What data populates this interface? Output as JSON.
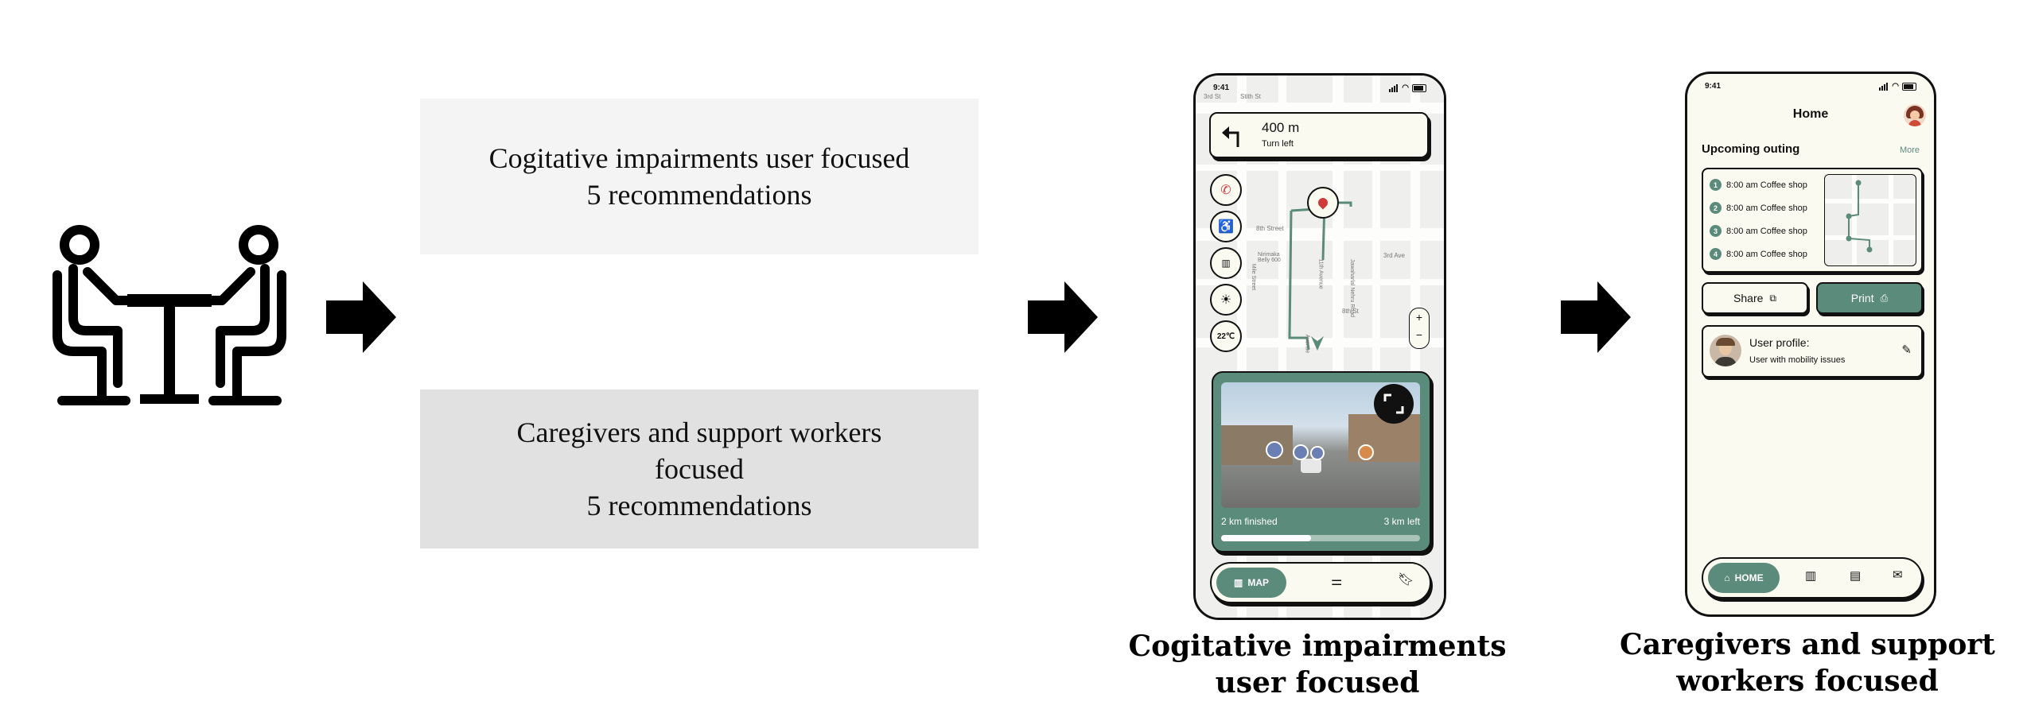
{
  "recommendations": [
    {
      "lines": [
        "Cogitative impairments user focused",
        "5 recommendations"
      ]
    },
    {
      "lines": [
        "Caregivers and support workers",
        "focused",
        "5 recommendations"
      ]
    }
  ],
  "captions": {
    "left": [
      "Cogitative impairments",
      "user focused"
    ],
    "right": [
      "Caregivers and support",
      "workers focused"
    ]
  },
  "map_phone": {
    "time": "9:41",
    "street_labels": [
      "3rd St",
      "Stith St",
      "8th Street",
      "Nirimaka Belly 600",
      "Mile Street",
      "11th Avenue",
      "Jawaharlal Nehru Road",
      "3rd Ave",
      "8th St",
      "Avenue"
    ],
    "distance": "400 m",
    "instruction": "Turn left",
    "temperature": "22℃",
    "zoom_in": "+",
    "zoom_out": "−",
    "progress_finished": "2 km finished",
    "progress_left": "3 km left",
    "progress_fraction": 0.45,
    "nav_map_label": "MAP"
  },
  "home_phone": {
    "time": "9:41",
    "title": "Home",
    "upcoming_title": "Upcoming outing",
    "more_link": "More",
    "stops": [
      {
        "num": "1",
        "label": "8:00 am Coffee shop"
      },
      {
        "num": "2",
        "label": "8:00 am Coffee shop"
      },
      {
        "num": "3",
        "label": "8:00 am Coffee shop"
      },
      {
        "num": "4",
        "label": "8:00 am Coffee shop"
      }
    ],
    "share_label": "Share",
    "print_label": "Print",
    "profile_title": "User profile:",
    "profile_subtitle": "User with mobility issues",
    "nav_home_label": "HOME"
  },
  "colors": {
    "accent": "#5b8b7a",
    "phone_bg": "#fbfaf1",
    "box_light": "#f4f4f4",
    "box_dark": "#e1e1e1"
  }
}
